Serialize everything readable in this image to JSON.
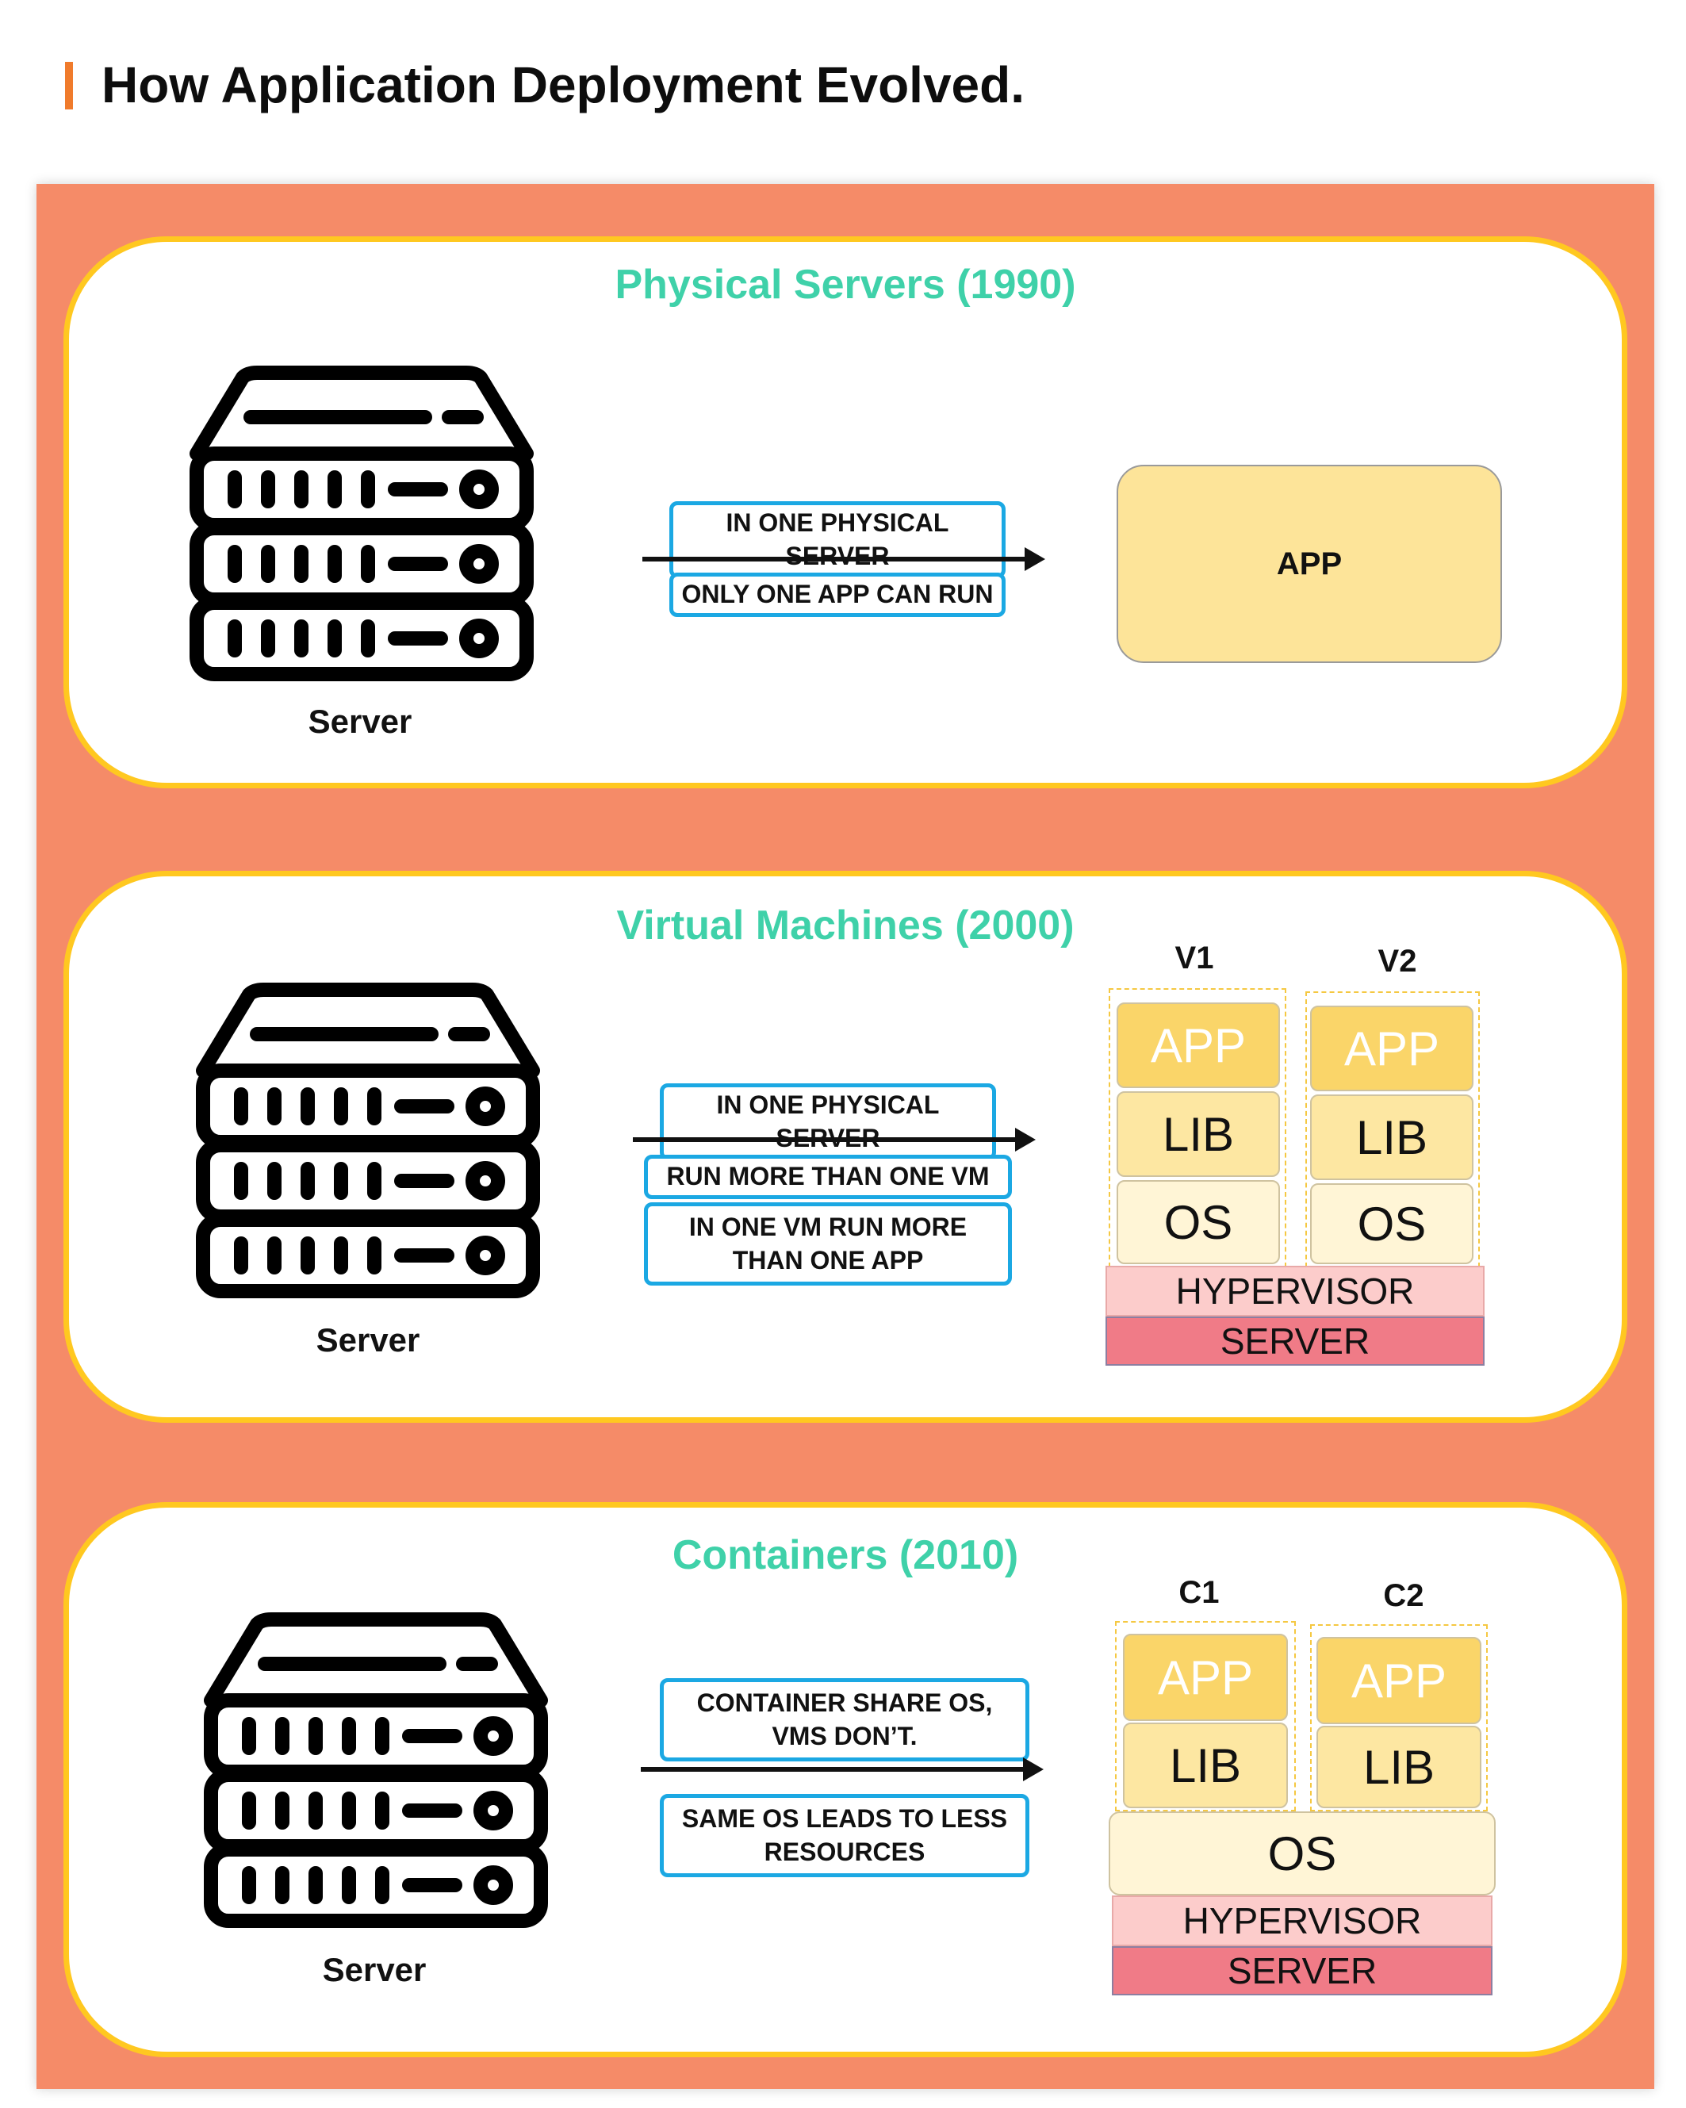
{
  "title": "How Application Deployment Evolved.",
  "colors": {
    "accent_bar": "#f07b2c",
    "background_panel": "#f58b68",
    "panel_border": "#ffc820",
    "panel_title": "#3fd1a9",
    "note_border": "#1ba8e3",
    "app": "#fad569",
    "lib": "#fde7a2",
    "os": "#fff5d6",
    "hypervisor": "#fccccb",
    "server": "#f07b87"
  },
  "sections": {
    "physical": {
      "title": "Physical Servers (1990)",
      "server_label": "Server",
      "server_icon": "server-rack-icon",
      "notes": [
        "IN ONE PHYSICAL SERVER",
        "ONLY ONE APP CAN RUN"
      ],
      "app_label": "APP"
    },
    "vm": {
      "title": "Virtual Machines (2000)",
      "server_label": "Server",
      "server_icon": "server-rack-icon",
      "notes": [
        "IN ONE PHYSICAL SERVER",
        "RUN MORE THAN ONE VM",
        "IN ONE VM RUN MORE",
        "THAN ONE APP"
      ],
      "stack_labels": [
        "V1",
        "V2"
      ],
      "layers": [
        "APP",
        "LIB",
        "OS"
      ],
      "hypervisor": "HYPERVISOR",
      "server": "SERVER"
    },
    "containers": {
      "title": "Containers (2010)",
      "server_label": "Server",
      "server_icon": "server-rack-icon",
      "notes": [
        "CONTAINER SHARE OS,",
        "VMS DON’T.",
        "SAME OS LEADS TO LESS",
        "RESOURCES"
      ],
      "stack_labels": [
        "C1",
        "C2"
      ],
      "layers": [
        "APP",
        "LIB"
      ],
      "os": "OS",
      "hypervisor": "HYPERVISOR",
      "server": "SERVER"
    }
  }
}
